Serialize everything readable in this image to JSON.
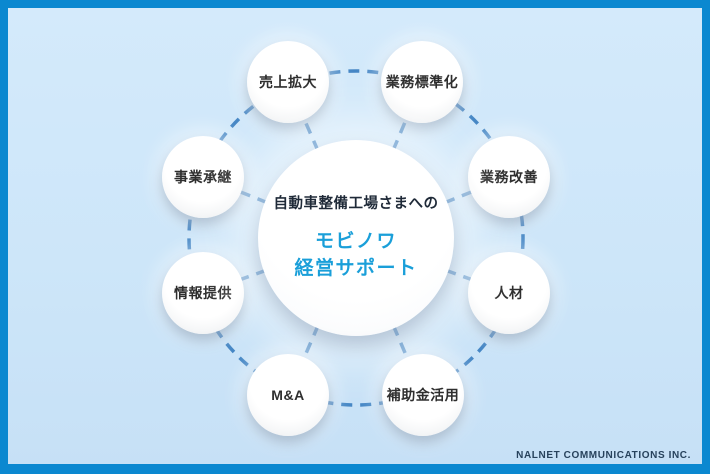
{
  "diagram": {
    "center": {
      "heading": "自動車整備工場さまへの",
      "title_line1": "モビノワ",
      "title_line2": "経営サポート"
    },
    "nodes": [
      {
        "label": "売上拡大"
      },
      {
        "label": "業務標準化"
      },
      {
        "label": "事業承継"
      },
      {
        "label": "業務改善"
      },
      {
        "label": "情報提供"
      },
      {
        "label": "人材"
      },
      {
        "label": "M&A"
      },
      {
        "label": "補助金活用"
      }
    ],
    "footer": {
      "company": "NALNET COMMUNICATIONS INC."
    }
  },
  "colors": {
    "frame_blue": "#0b88d0",
    "bg_top": "#d4eafb",
    "bg_bottom": "#c6e0f6",
    "dash_blue": "#4386c5",
    "title_blue": "#1a9fd9",
    "heading_dark": "#1f2a38",
    "label_dark": "#2e2e2e",
    "footer_navy": "#27425c"
  }
}
